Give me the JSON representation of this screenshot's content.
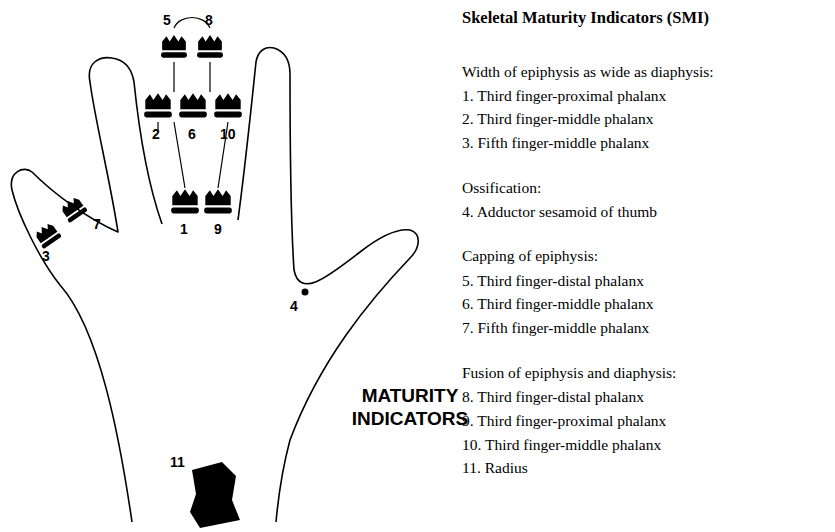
{
  "diagram": {
    "title": "Skeletal Maturity Indicators (SMI)",
    "labels": [
      "5",
      "8",
      "2",
      "6",
      "10",
      "1",
      "9",
      "7",
      "3",
      "4",
      "11",
      "MATURITY INDICATORS",
      "Width of epiphysis as wide as diaphysis:",
      "1. Third finger-proximal phalanx",
      "2. Third finger-middle phalanx",
      "3. Fifth finger-middle phalanx",
      "Ossification:",
      "4. Adductor sesamoid of thumb",
      "Capping of epiphysis:",
      "5. Third finger-distal phalanx",
      "6. Third finger-middle phalanx",
      "7. Fifth finger-middle phalanx",
      "Fusion of epiphysis and diaphysis:",
      "8. Third finger-distal phalanx",
      "9. Third finger-proximal phalanx",
      "10. Third finger-middle phalanx",
      "11. Radius"
    ]
  }
}
